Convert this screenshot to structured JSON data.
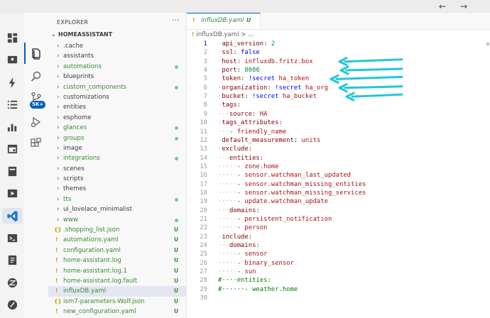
{
  "window": {
    "back_icon": "←",
    "forward_icon": "→"
  },
  "ha_sidebar": [
    {
      "name": "dashboard-icon",
      "active": false
    },
    {
      "name": "map-icon",
      "active": false
    },
    {
      "name": "energy-icon",
      "active": false
    },
    {
      "name": "logbook-icon",
      "active": false
    },
    {
      "name": "history-icon",
      "active": false
    },
    {
      "name": "calendar-icon",
      "active": false
    },
    {
      "name": "hacs-icon",
      "active": false
    },
    {
      "name": "media-icon",
      "active": false
    },
    {
      "name": "vscode-icon",
      "active": true
    },
    {
      "name": "terminal-icon",
      "active": false
    },
    {
      "name": "todo-icon",
      "active": false
    },
    {
      "name": "zigbee-icon",
      "active": false
    },
    {
      "name": "zwave-icon",
      "active": false
    }
  ],
  "activity_bar": {
    "items": [
      "explorer-icon",
      "search-icon",
      "source-control-icon",
      "run-debug-icon",
      "extensions-icon"
    ],
    "badge": "5K+"
  },
  "explorer": {
    "title": "EXPLORER",
    "more": "···",
    "section": "HOMEASSISTANT",
    "items": [
      {
        "label": ".cache",
        "type": "folder",
        "color": "default",
        "status": ""
      },
      {
        "label": "assistants",
        "type": "folder",
        "color": "default",
        "status": ""
      },
      {
        "label": "automations",
        "type": "folder",
        "color": "green",
        "status": "dot"
      },
      {
        "label": "blueprints",
        "type": "folder",
        "color": "default",
        "status": ""
      },
      {
        "label": "custom_components",
        "type": "folder",
        "color": "green",
        "status": "dot"
      },
      {
        "label": "customizations",
        "type": "folder",
        "color": "default",
        "status": ""
      },
      {
        "label": "entities",
        "type": "folder",
        "color": "default",
        "status": ""
      },
      {
        "label": "esphome",
        "type": "folder",
        "color": "default",
        "status": ""
      },
      {
        "label": "glances",
        "type": "folder",
        "color": "green",
        "status": "dot"
      },
      {
        "label": "groups",
        "type": "folder",
        "color": "green",
        "status": "dot"
      },
      {
        "label": "image",
        "type": "folder",
        "color": "default",
        "status": ""
      },
      {
        "label": "integrations",
        "type": "folder",
        "color": "green",
        "status": "dot"
      },
      {
        "label": "scenes",
        "type": "folder",
        "color": "default",
        "status": ""
      },
      {
        "label": "scripts",
        "type": "folder",
        "color": "default",
        "status": ""
      },
      {
        "label": "themes",
        "type": "folder",
        "color": "default",
        "status": ""
      },
      {
        "label": "tts",
        "type": "folder",
        "color": "green",
        "status": "dot"
      },
      {
        "label": "ui_lovelace_minimalist",
        "type": "folder",
        "color": "default",
        "status": ""
      },
      {
        "label": "www",
        "type": "folder",
        "color": "green",
        "status": "dot"
      },
      {
        "label": ".shopping_list.json",
        "type": "json",
        "color": "green",
        "status": "U"
      },
      {
        "label": "automations.yaml",
        "type": "file",
        "color": "green",
        "status": "U"
      },
      {
        "label": "configuration.yaml",
        "type": "file",
        "color": "green",
        "status": "U"
      },
      {
        "label": "home-assistant.log",
        "type": "file",
        "color": "green",
        "status": "U"
      },
      {
        "label": "home-assistant.log.1",
        "type": "file",
        "color": "green",
        "status": "U"
      },
      {
        "label": "home-assistant.log.fault",
        "type": "file",
        "color": "green",
        "status": "U"
      },
      {
        "label": "influxDB.yaml",
        "type": "file",
        "color": "green",
        "status": "U",
        "selected": true
      },
      {
        "label": "ism7-parameters-Wolf.json",
        "type": "json",
        "color": "green",
        "status": "U"
      },
      {
        "label": "new_configuration.yaml",
        "type": "file",
        "color": "green",
        "status": "U"
      }
    ]
  },
  "tab": {
    "label": "influxDB.yaml",
    "status": "U",
    "icon": "!"
  },
  "breadcrumb": {
    "icon": "!",
    "text": "influxDB.yaml > ..."
  },
  "code": {
    "current_line": 1,
    "lines": [
      {
        "n": "1",
        "tokens": [
          [
            "g",
            "·"
          ],
          [
            "k",
            "api_version"
          ],
          [
            "p",
            ": "
          ],
          [
            "n",
            "2"
          ]
        ]
      },
      {
        "n": "2",
        "tokens": [
          [
            "g",
            "·"
          ],
          [
            "k",
            "ssl"
          ],
          [
            "p",
            ": "
          ],
          [
            "b",
            "false"
          ]
        ]
      },
      {
        "n": "3",
        "tokens": [
          [
            "g",
            "·"
          ],
          [
            "k",
            "host"
          ],
          [
            "p",
            ": "
          ],
          [
            "s",
            "influxdb.fritz.box"
          ]
        ]
      },
      {
        "n": "4",
        "tokens": [
          [
            "g",
            "·"
          ],
          [
            "k",
            "port"
          ],
          [
            "p",
            ": "
          ],
          [
            "n",
            "8086"
          ]
        ]
      },
      {
        "n": "5",
        "tokens": [
          [
            "g",
            "·"
          ],
          [
            "k",
            "token"
          ],
          [
            "p",
            ": "
          ],
          [
            "t",
            "!secret"
          ],
          [
            "s",
            " ha_token"
          ]
        ]
      },
      {
        "n": "6",
        "tokens": [
          [
            "g",
            "·"
          ],
          [
            "k",
            "organization"
          ],
          [
            "p",
            ": "
          ],
          [
            "t",
            "!secret"
          ],
          [
            "s",
            " ha_org"
          ]
        ]
      },
      {
        "n": "7",
        "tokens": [
          [
            "g",
            "·"
          ],
          [
            "k",
            "bucket"
          ],
          [
            "p",
            ": "
          ],
          [
            "t",
            "!secret"
          ],
          [
            "s",
            " ha_bucket"
          ]
        ]
      },
      {
        "n": "8",
        "tokens": [
          [
            "g",
            "·"
          ],
          [
            "k",
            "tags"
          ],
          [
            "p",
            ":"
          ]
        ]
      },
      {
        "n": "9",
        "tokens": [
          [
            "g",
            "···"
          ],
          [
            "k",
            "source"
          ],
          [
            "p",
            ": "
          ],
          [
            "s",
            "HA"
          ]
        ]
      },
      {
        "n": "10",
        "tokens": [
          [
            "g",
            "·"
          ],
          [
            "k",
            "tags_attributes"
          ],
          [
            "p",
            ":"
          ]
        ]
      },
      {
        "n": "11",
        "tokens": [
          [
            "g",
            "···"
          ],
          [
            "p",
            "- "
          ],
          [
            "s",
            "friendly_name"
          ]
        ]
      },
      {
        "n": "12",
        "tokens": [
          [
            "g",
            "·"
          ],
          [
            "k",
            "default_measurement"
          ],
          [
            "p",
            ": "
          ],
          [
            "s",
            "units"
          ]
        ]
      },
      {
        "n": "13",
        "tokens": [
          [
            "g",
            "·"
          ],
          [
            "k",
            "exclude"
          ],
          [
            "p",
            ":"
          ]
        ]
      },
      {
        "n": "14",
        "tokens": [
          [
            "g",
            "···"
          ],
          [
            "k",
            "entities"
          ],
          [
            "p",
            ":"
          ]
        ]
      },
      {
        "n": "15",
        "tokens": [
          [
            "g",
            "·····"
          ],
          [
            "p",
            "- "
          ],
          [
            "s",
            "zone.home"
          ]
        ]
      },
      {
        "n": "16",
        "tokens": [
          [
            "g",
            "·····"
          ],
          [
            "p",
            "- "
          ],
          [
            "s",
            "sensor.watchman_last_updated"
          ]
        ]
      },
      {
        "n": "17",
        "tokens": [
          [
            "g",
            "·····"
          ],
          [
            "p",
            "- "
          ],
          [
            "s",
            "sensor.watchman_missing_entities"
          ]
        ]
      },
      {
        "n": "18",
        "tokens": [
          [
            "g",
            "·····"
          ],
          [
            "p",
            "- "
          ],
          [
            "s",
            "sensor.watchman_missing_services"
          ]
        ]
      },
      {
        "n": "19",
        "tokens": [
          [
            "g",
            "·····"
          ],
          [
            "p",
            "- "
          ],
          [
            "s",
            "update.watchman_update"
          ]
        ]
      },
      {
        "n": "20",
        "tokens": [
          [
            "g",
            "···"
          ],
          [
            "k",
            "domains"
          ],
          [
            "p",
            ":"
          ]
        ]
      },
      {
        "n": "21",
        "tokens": [
          [
            "g",
            "·····"
          ],
          [
            "p",
            "- "
          ],
          [
            "s",
            "persistent_notification"
          ]
        ]
      },
      {
        "n": "22",
        "tokens": [
          [
            "g",
            "·····"
          ],
          [
            "p",
            "- "
          ],
          [
            "s",
            "person"
          ]
        ]
      },
      {
        "n": "23",
        "tokens": [
          [
            "g",
            "·"
          ],
          [
            "k",
            "include"
          ],
          [
            "p",
            ":"
          ]
        ]
      },
      {
        "n": "24",
        "tokens": [
          [
            "g",
            "···"
          ],
          [
            "k",
            "domains"
          ],
          [
            "p",
            ":"
          ]
        ]
      },
      {
        "n": "25",
        "tokens": [
          [
            "g",
            "·····"
          ],
          [
            "p",
            "- "
          ],
          [
            "s",
            "sensor"
          ]
        ]
      },
      {
        "n": "26",
        "tokens": [
          [
            "g",
            "·····"
          ],
          [
            "p",
            "- "
          ],
          [
            "s",
            "binary_sensor"
          ]
        ]
      },
      {
        "n": "27",
        "tokens": [
          [
            "g",
            "·····"
          ],
          [
            "p",
            "- "
          ],
          [
            "s",
            "sun"
          ]
        ]
      },
      {
        "n": "28",
        "tokens": [
          [
            "c",
            "#····entities:"
          ]
        ]
      },
      {
        "n": "29",
        "tokens": [
          [
            "c",
            "#······- weather.home"
          ]
        ]
      },
      {
        "n": "30",
        "tokens": []
      }
    ]
  },
  "colors": {
    "accent": "#005fb8",
    "arrow": "#22c7d8",
    "key": "#800000",
    "string": "#a31515",
    "number": "#098658",
    "keyword": "#0000ff",
    "comment": "#008000",
    "git_untracked": "#388a34"
  }
}
